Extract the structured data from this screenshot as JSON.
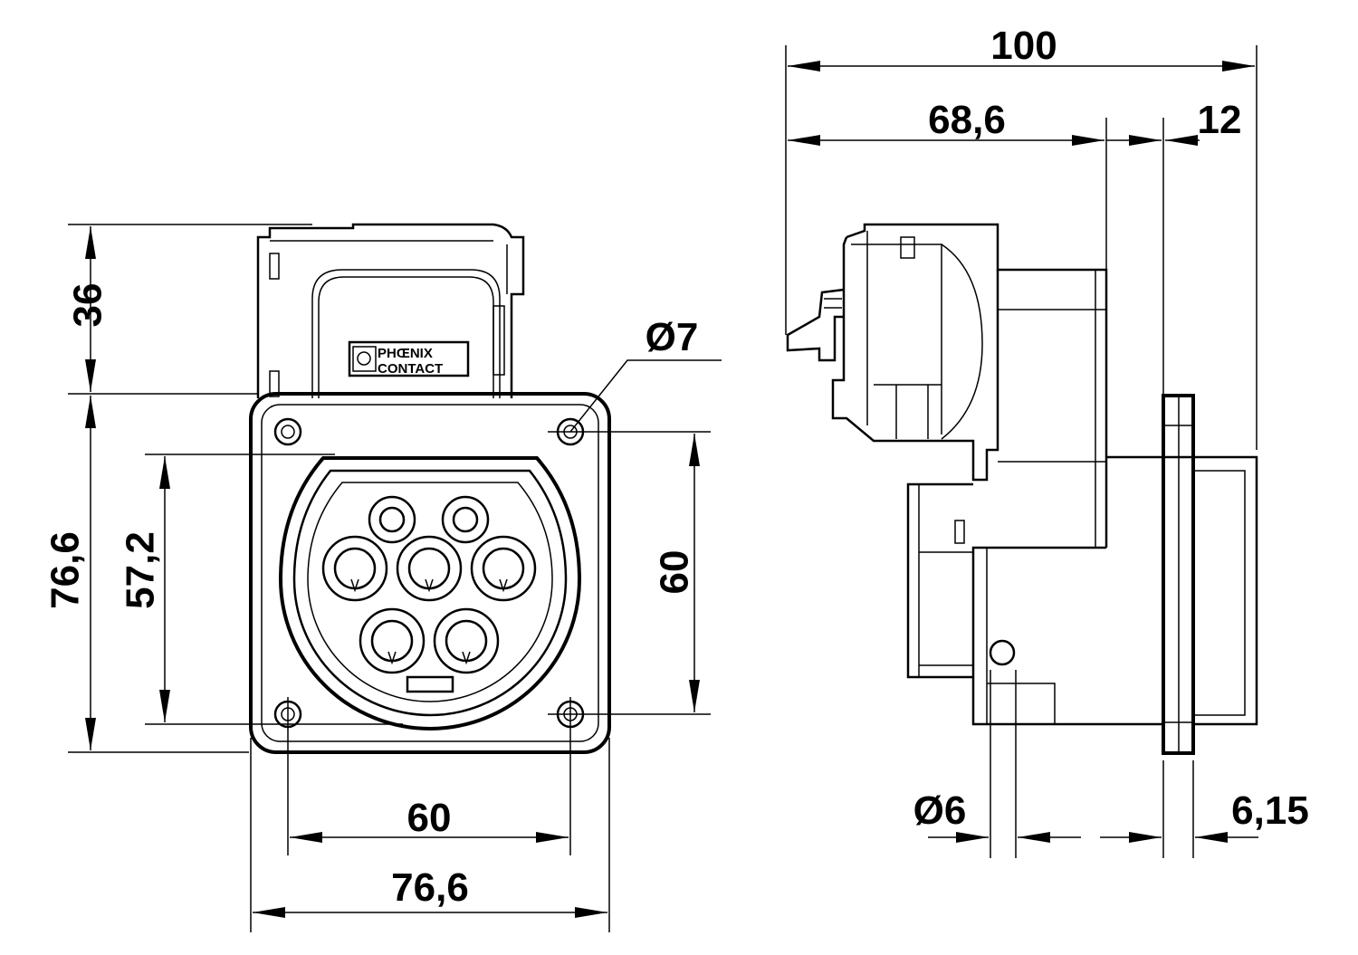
{
  "front_view": {
    "dimensions": {
      "top_height": "36",
      "overall_height": "76,6",
      "inner_height": "57,2",
      "hole_spacing_vertical": "60",
      "hole_spacing_horizontal": "60",
      "overall_width": "76,6",
      "hole_diameter": "Ø7"
    },
    "logo": {
      "line1": "PHŒNIX",
      "line2": "CONTACT"
    }
  },
  "side_view": {
    "dimensions": {
      "overall_depth": "100",
      "rear_depth": "68,6",
      "flange_offset": "12",
      "pin_diameter": "Ø6",
      "flange_thickness": "6,15"
    }
  },
  "colors": {
    "line": "#000000",
    "background": "#ffffff"
  }
}
